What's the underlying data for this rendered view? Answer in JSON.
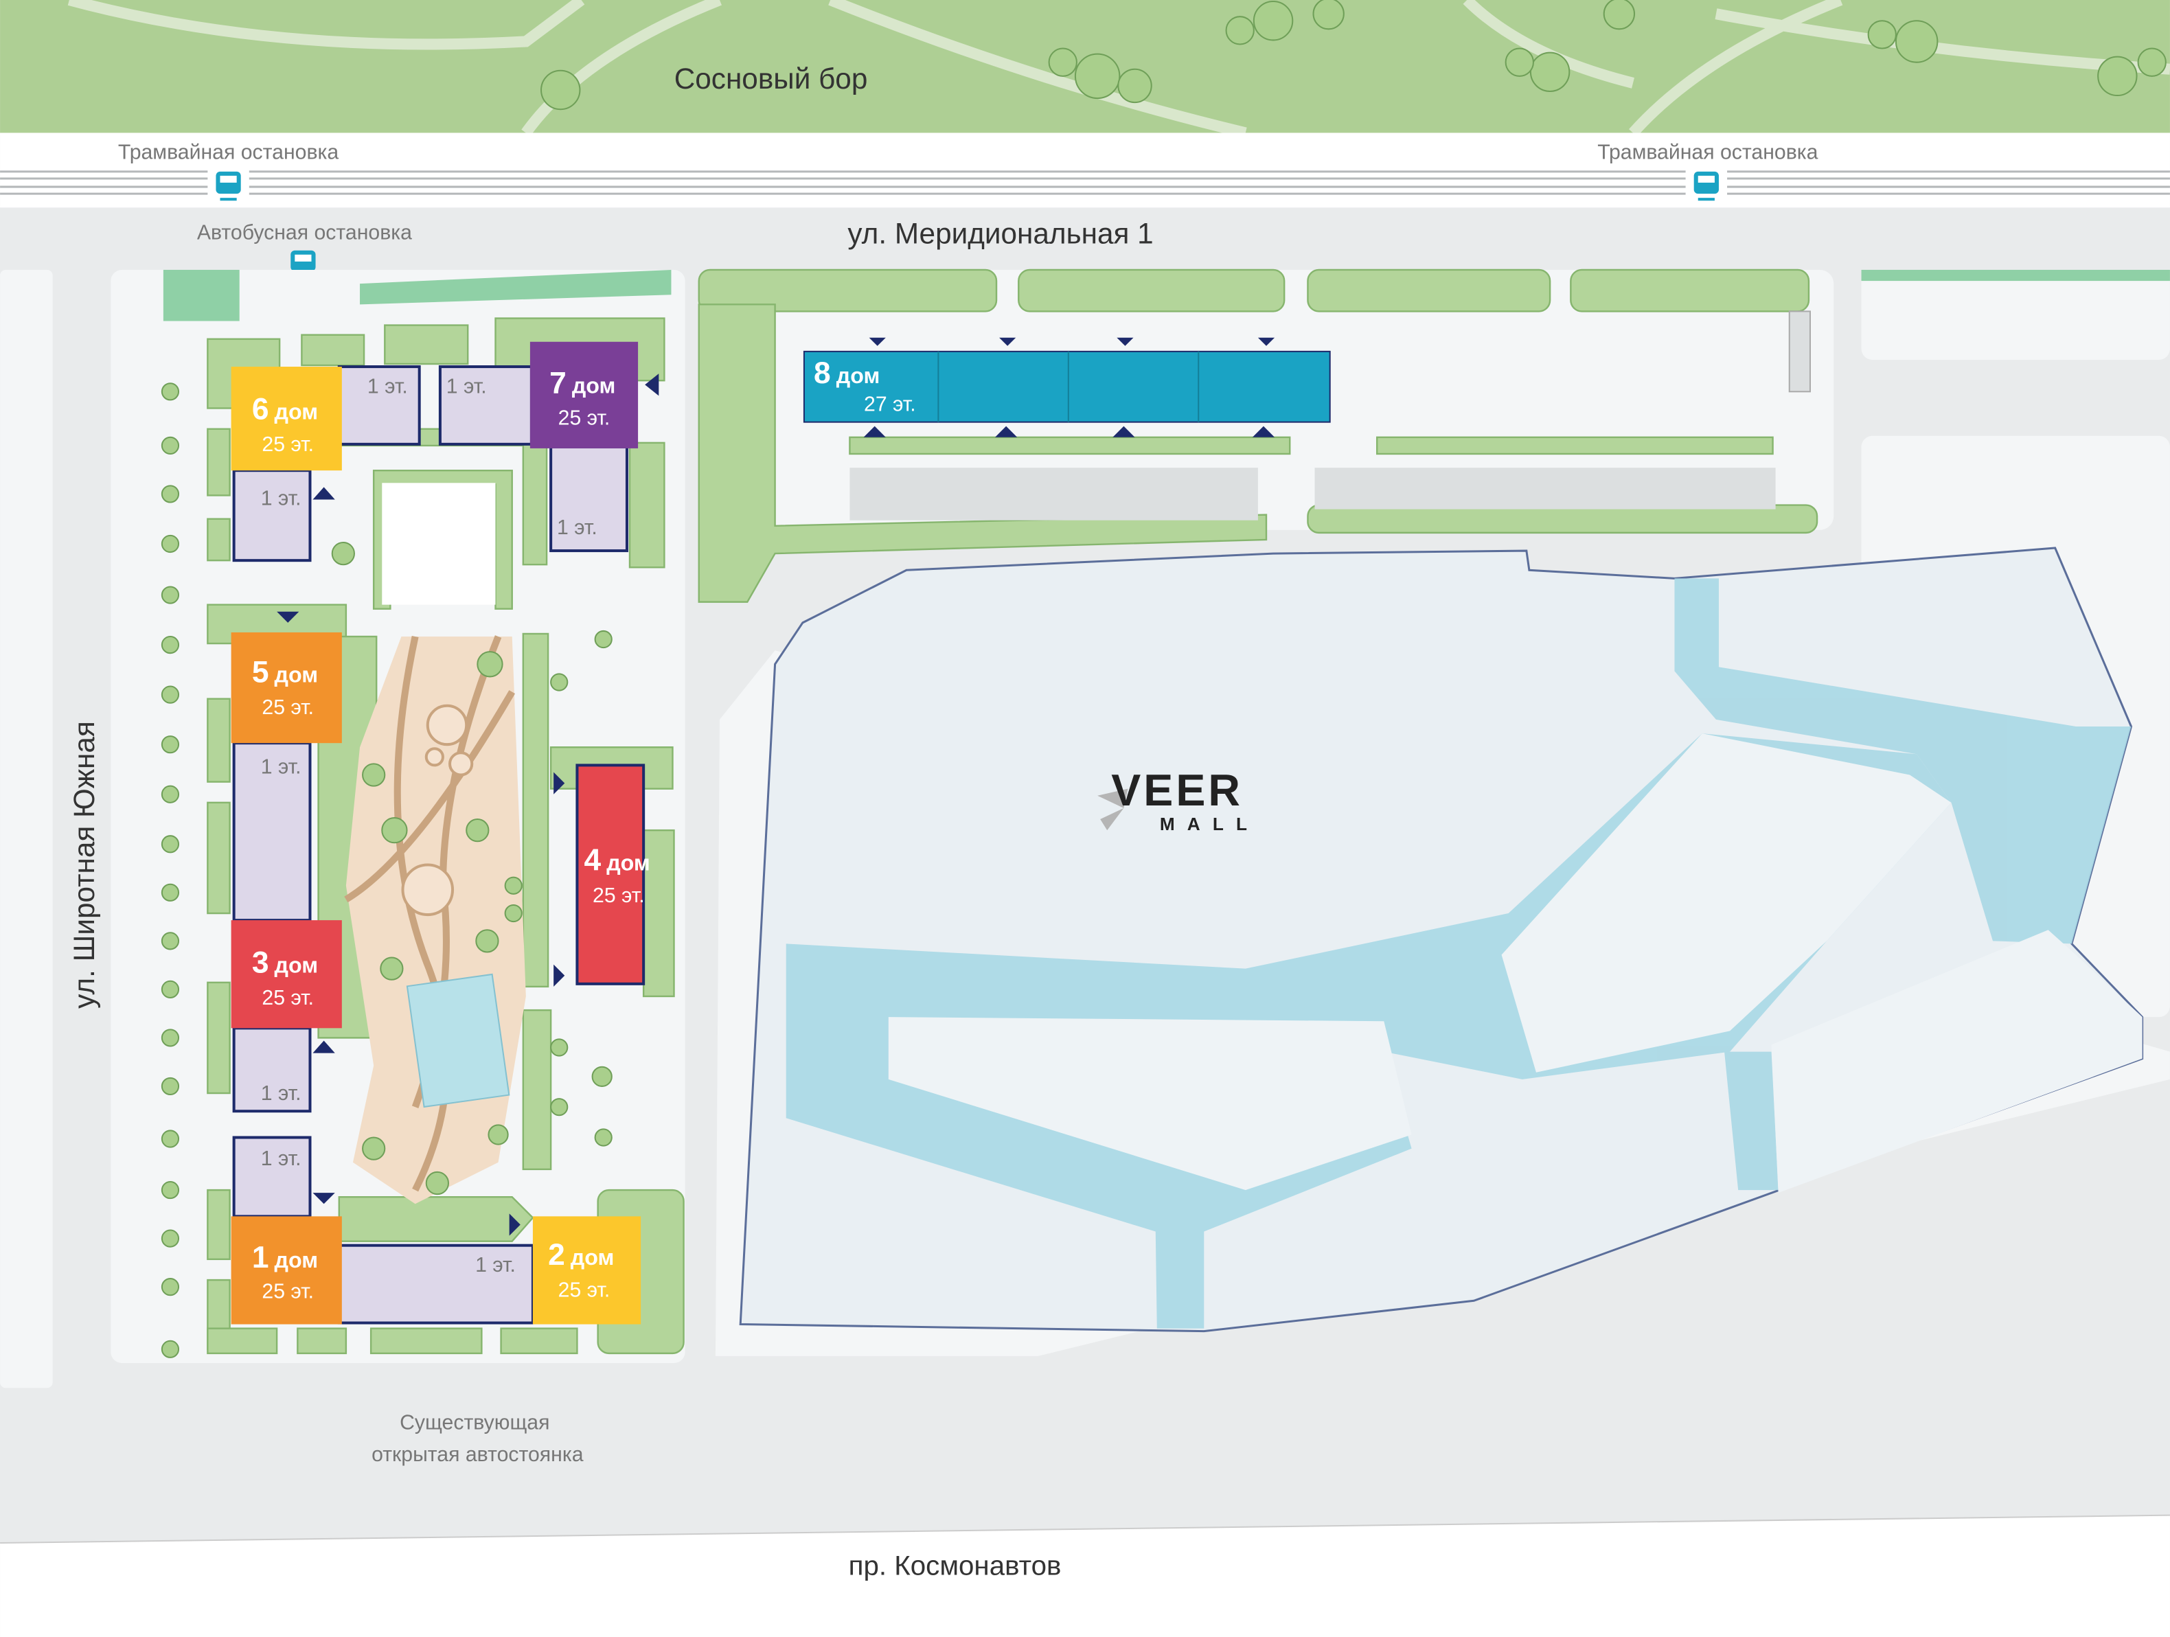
{
  "map": {
    "forest_label": "Сосновый бор",
    "tram_stop_left": "Трамвайная остановка",
    "tram_stop_right": "Трамвайная остановка",
    "bus_stop": "Автобусная остановка",
    "street_top": "ул. Меридиональная 1",
    "street_left": "ул. Широтная Южная",
    "street_bottom": "пр. Космонавтов",
    "parking_line1": "Существующая",
    "parking_line2": "открытая автостоянка",
    "mall_logo": "VEER MALL"
  },
  "buildings": [
    {
      "num": "6",
      "word": "дом",
      "floors": "25 эт.",
      "color": "#fcc72c"
    },
    {
      "num": "7",
      "word": "дом",
      "floors": "25 эт.",
      "color": "#7a3f97"
    },
    {
      "num": "5",
      "word": "дом",
      "floors": "25 эт.",
      "color": "#f2922c"
    },
    {
      "num": "3",
      "word": "дом",
      "floors": "25 эт.",
      "color": "#e5474e"
    },
    {
      "num": "1",
      "word": "дом",
      "floors": "25 эт.",
      "color": "#f2922c"
    },
    {
      "num": "2",
      "word": "дом",
      "floors": "25 эт.",
      "color": "#fcc72c"
    },
    {
      "num": "4",
      "word": "дом",
      "floors": "25 эт.",
      "color": "#e5474e"
    },
    {
      "num": "8",
      "word": "дом",
      "floors": "27 эт.",
      "color": "#1aa3c4"
    }
  ],
  "low_rise_label": "1 эт."
}
